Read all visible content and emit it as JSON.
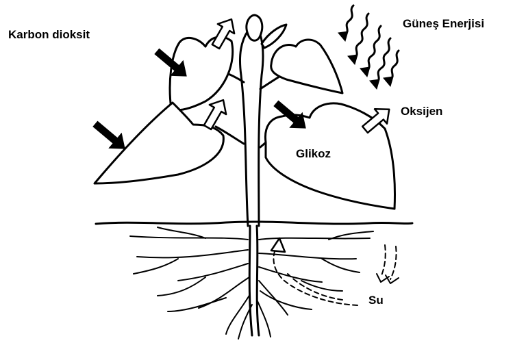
{
  "labels": {
    "carbon_dioxide": "Karbon dioksit",
    "solar_energy": "Güneş Enerjisi",
    "oxygen": "Oksijen",
    "glucose": "Glikoz",
    "water": "Su"
  },
  "icons": {
    "co2_arrows": "black-arrow-icon",
    "oxygen_arrows": "hollow-arrow-icon",
    "sunlight": "wavy-arrow-icon",
    "water_path": "dashed-arrow-icon"
  },
  "colors": {
    "ink": "#000000",
    "paper": "#ffffff"
  }
}
